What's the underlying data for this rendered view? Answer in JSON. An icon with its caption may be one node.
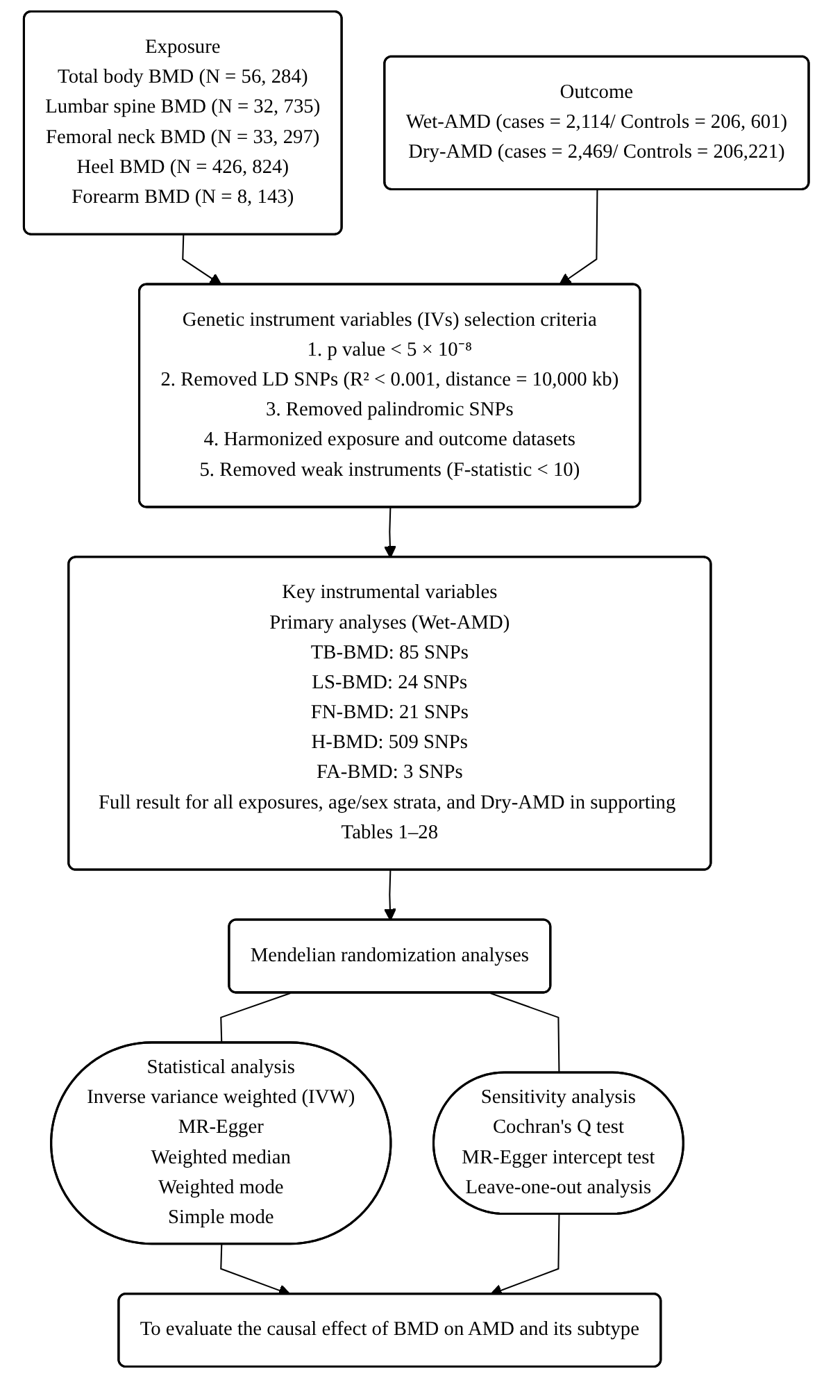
{
  "diagram": {
    "nodes": [
      {
        "text": [
          "Exposure",
          "Total body BMD (N = 56, 284)",
          "Lumbar spine BMD (N = 32, 735)",
          "Femoral neck BMD (N = 33, 297)",
          "Heel BMD (N = 426, 824)",
          "Forearm BMD (N = 8, 143)"
        ]
      },
      {
        "text": [
          "Outcome",
          "Wet-AMD (cases = 2,114/ Controls = 206, 601)",
          "Dry-AMD (cases = 2,469/ Controls = 206,221)"
        ]
      },
      {
        "text": [
          "Genetic instrument variables (IVs) selection criteria",
          "1. p value < 5 × 10⁻⁸",
          "2. Removed LD SNPs (R² < 0.001, distance = 10,000 kb)",
          "3. Removed palindromic SNPs",
          "4. Harmonized exposure and outcome datasets",
          "5. Removed weak instruments (F-statistic < 10)"
        ]
      },
      {
        "text": [
          "Key instrumental variables",
          "Primary analyses (Wet-AMD)",
          "TB-BMD: 85 SNPs",
          "LS-BMD: 24 SNPs",
          "FN-BMD: 21 SNPs",
          "H-BMD: 509 SNPs",
          "FA-BMD: 3 SNPs",
          "Full result for all exposures, age/sex strata, and Dry-AMD in supporting Tables 1–28"
        ]
      },
      {
        "text": [
          "Mendelian randomization analyses"
        ]
      },
      {
        "text": [
          "Statistical analysis",
          "Inverse variance weighted (IVW)",
          "MR-Egger",
          "Weighted median",
          "Weighted mode",
          "Simple mode"
        ]
      },
      {
        "text": [
          "Sensitivity analysis",
          "Cochran's Q test",
          "MR-Egger intercept test",
          "Leave-one-out analysis"
        ]
      },
      {
        "text": [
          "To evaluate the causal effect of BMD on AMD and its subtype"
        ]
      }
    ],
    "edges": [
      {
        "from": 0,
        "to": 2,
        "arrow": "to"
      },
      {
        "from": 1,
        "to": 2,
        "arrow": "to"
      },
      {
        "from": 2,
        "to": 3,
        "arrow": "to"
      },
      {
        "from": 3,
        "to": 4,
        "arrow": "to"
      },
      {
        "from": 4,
        "to": 5,
        "arrow": "none"
      },
      {
        "from": 4,
        "to": 6,
        "arrow": "none"
      },
      {
        "from": 5,
        "to": 7,
        "arrow": "to"
      },
      {
        "from": 6,
        "to": 7,
        "arrow": "to"
      }
    ]
  }
}
